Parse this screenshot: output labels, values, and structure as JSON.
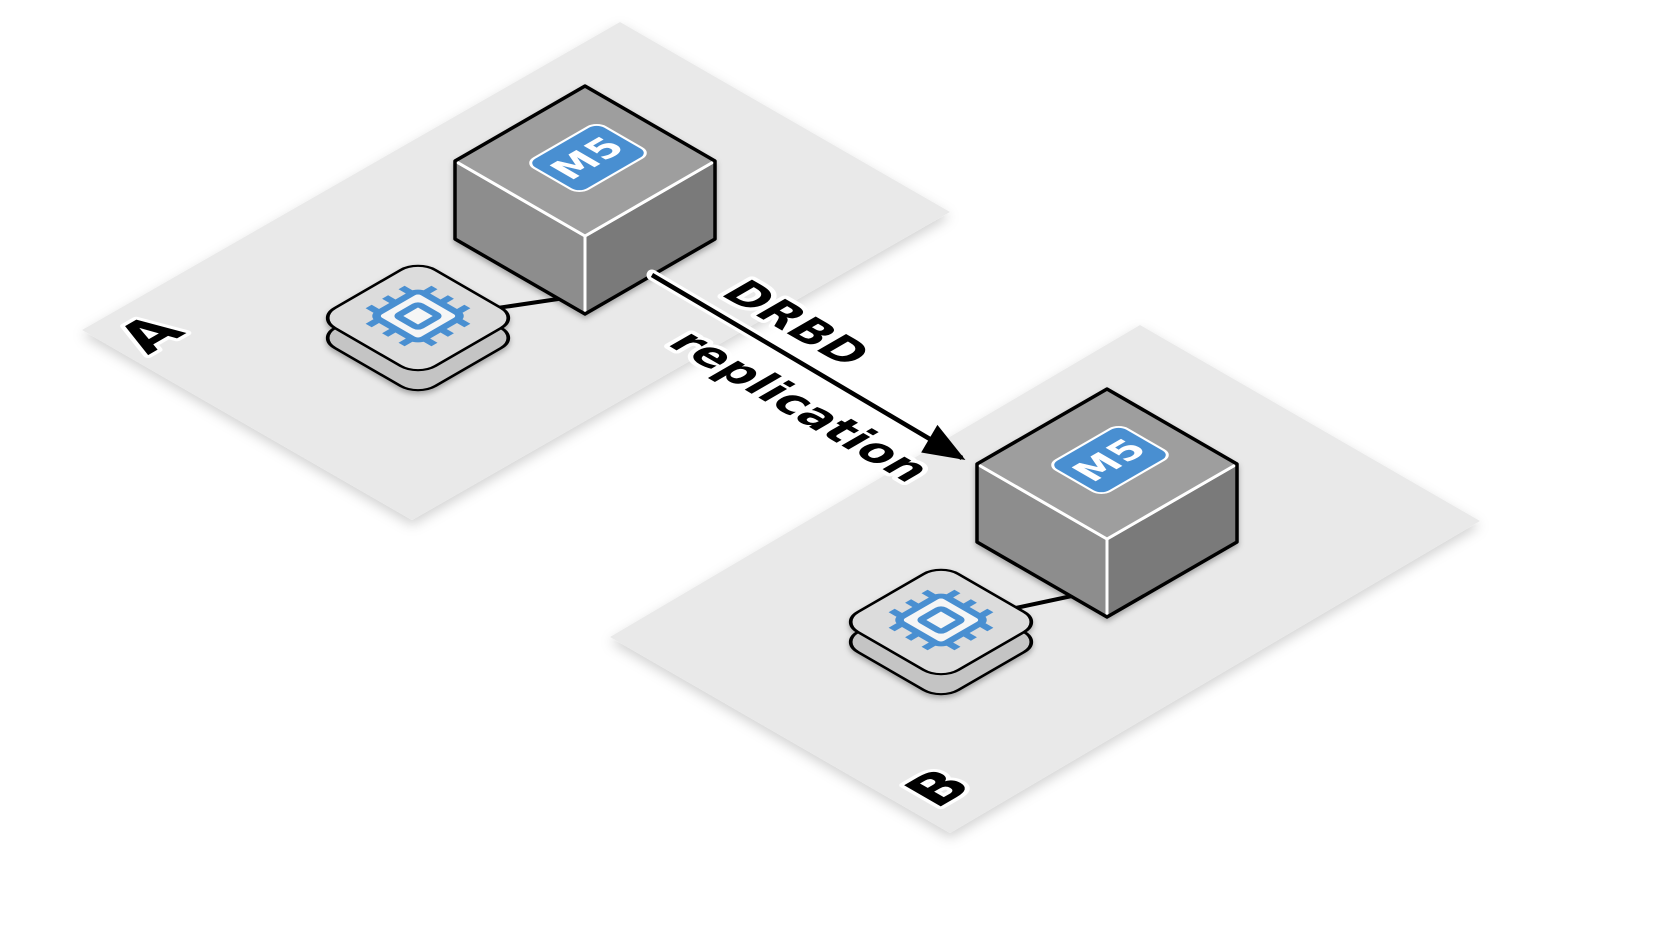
{
  "zones": {
    "a": {
      "label": "A"
    },
    "b": {
      "label": "B"
    }
  },
  "servers": {
    "a": {
      "badge": "M5"
    },
    "b": {
      "badge": "M5"
    }
  },
  "arrow": {
    "label_line1": "DRBD",
    "label_line2": "replication"
  },
  "icons": {
    "chip": "chip-icon",
    "server": "server-box-icon",
    "arrowhead": "arrowhead-icon"
  },
  "colors": {
    "background": "#ffffff",
    "zone_fill": "#e9e9e9",
    "cube_top": "#9e9e9e",
    "cube_left": "#8d8d8d",
    "cube_right": "#7a7a7a",
    "node_top": "#dcdcdc",
    "node_side": "#c4c4c4",
    "badge_blue": "#4a8fd1",
    "chip_blue": "#4a8fd1",
    "outline": "#000000"
  }
}
